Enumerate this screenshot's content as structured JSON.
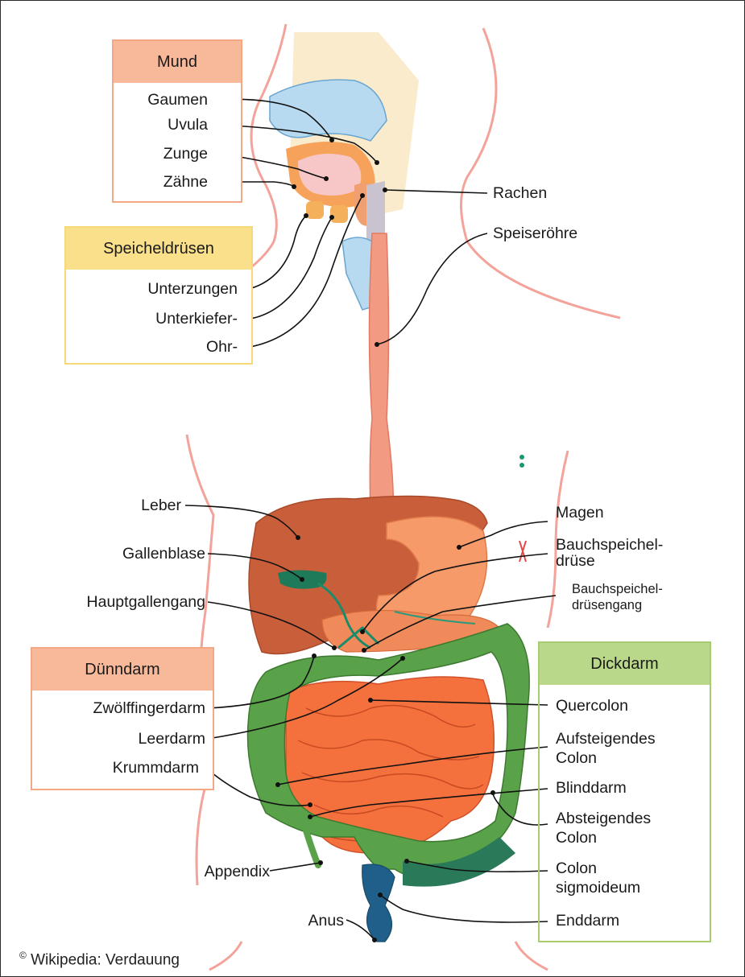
{
  "boxes": {
    "mund": {
      "title": "Mund",
      "items": [
        "Gaumen",
        "Uvula",
        "Zunge",
        "Zähne"
      ]
    },
    "speicheldruesen": {
      "title": "Speicheldrüsen",
      "items": [
        "Unterzungen",
        "Unterkiefer-",
        "Ohr-"
      ]
    },
    "duenndarm": {
      "title": "Dünndarm",
      "items": [
        "Zwölffingerdarm",
        "Leerdarm",
        "Krummdarm"
      ]
    },
    "dickdarm": {
      "title": "Dickdarm",
      "items": [
        "Quercolon",
        "Aufsteigendes",
        "Colon",
        "Blinddarm",
        "Absteigendes",
        "Colon",
        "Colon",
        "sigmoideum",
        "Enddarm"
      ]
    }
  },
  "labels": {
    "rachen": "Rachen",
    "speiseroehre": "Speiseröhre",
    "leber": "Leber",
    "gallenblase": "Gallenblase",
    "hauptgallengang": "Hauptgallengang",
    "magen": "Magen",
    "bauchspeichel_1": "Bauchspeichel-",
    "bauchspeichel_2": "drüse",
    "bauchspeichelgang_1": "Bauchspeichel-",
    "bauchspeichelgang_2": "drüsengang",
    "appendix": "Appendix",
    "anus": "Anus"
  },
  "credit": {
    "symbol": "©",
    "text": "Wikipedia: Verdauung"
  },
  "colors": {
    "mund_header": "#f7b99a",
    "mund_border": "#f4a784",
    "speichel_header": "#fbe08c",
    "speichel_border": "#f6d878",
    "duenn_header": "#f7b99a",
    "dick_header": "#b9d88a",
    "dick_border": "#a8cc72",
    "intestine_small": "#f4713e",
    "intestine_large": "#5aa24a",
    "liver": "#c95e3a",
    "stomach": "#f69a6a",
    "esophagus": "#f29a82",
    "body_outline": "#f4a39a"
  }
}
